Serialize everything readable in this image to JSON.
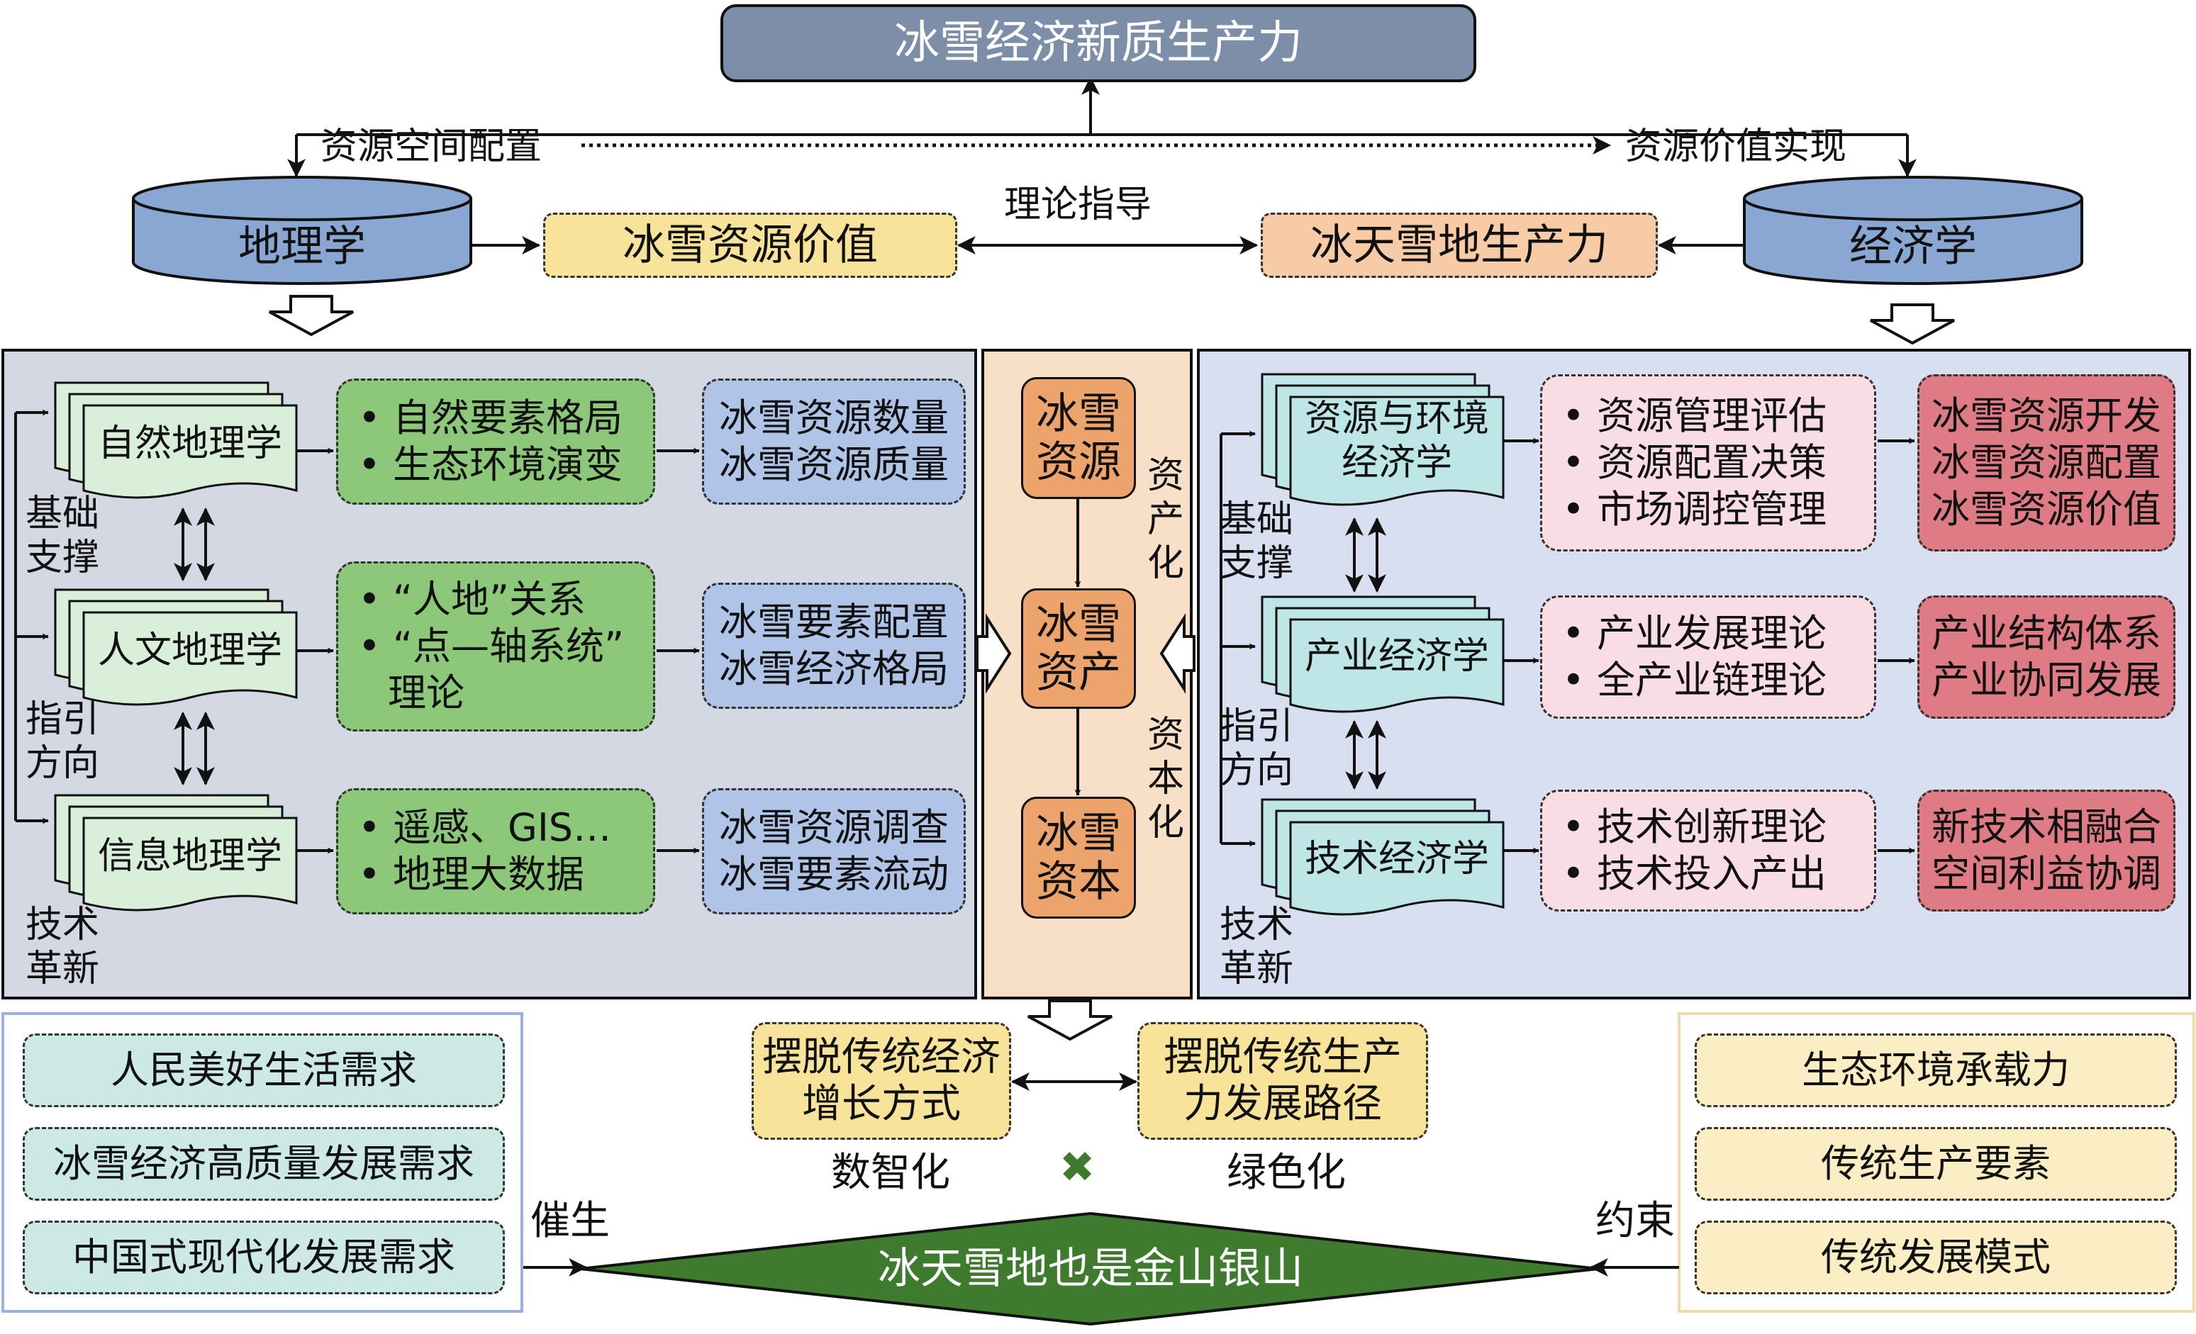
{
  "title": "冰雪经济新质生产力",
  "top": {
    "left_label": "资源空间配置",
    "right_label": "资源价值实现",
    "theory": "理论指导",
    "geo": "地理学",
    "eco": "经济学",
    "ice_value": "冰雪资源价值",
    "ice_productivity": "冰天雪地生产力"
  },
  "left_panel": {
    "labels": [
      "基础\n支撑",
      "指引\n方向",
      "技术\n革新"
    ],
    "rows": [
      {
        "doc": "自然地理学",
        "bullets": [
          "自然要素格局",
          "生态环境演变"
        ],
        "result": "冰雪资源数量\n冰雪资源质量"
      },
      {
        "doc": "人文地理学",
        "bullets": [
          "“人地”关系",
          "“点—轴系统”"
        ],
        "cont": "理论",
        "result": "冰雪要素配置\n冰雪经济格局"
      },
      {
        "doc": "信息地理学",
        "bullets": [
          "遥感、GIS…",
          "地理大数据"
        ],
        "result": "冰雪资源调查\n冰雪要素流动"
      }
    ]
  },
  "center": {
    "items": [
      "冰雪\n资源",
      "冰雪\n资产",
      "冰雪\n资本"
    ],
    "side1": "资\n产\n化",
    "side2": "资\n本\n化"
  },
  "right_panel": {
    "labels": [
      "基础\n支撑",
      "指引\n方向",
      "技术\n革新"
    ],
    "rows": [
      {
        "doc": "资源与环境\n经济学",
        "bullets": [
          "资源管理评估",
          "资源配置决策",
          "市场调控管理"
        ],
        "result": "冰雪资源开发\n冰雪资源配置\n冰雪资源价值"
      },
      {
        "doc": "产业经济学",
        "bullets": [
          "产业发展理论",
          "全产业链理论"
        ],
        "result": "产业结构体系\n产业协同发展"
      },
      {
        "doc": "技术经济学",
        "bullets": [
          "技术创新理论",
          "技术投入产出"
        ],
        "result": "新技术相融合\n空间利益协调"
      }
    ]
  },
  "bottom": {
    "left_needs": [
      "人民美好生活需求",
      "冰雪经济高质量发展需求",
      "中国式现代化发展需求"
    ],
    "mid_left": "摆脱传统经济\n增长方式",
    "mid_right": "摆脱传统生产\n力发展路径",
    "digital": "数智化",
    "green": "绿色化",
    "cross": "✖",
    "catalyze": "催生",
    "constrain": "约束",
    "slogan": "冰天雪地也是金山银山",
    "right_constraints": [
      "生态环境承载力",
      "传统生产要素",
      "传统发展模式"
    ]
  },
  "colors": {
    "title_bg": "#7c8ea8",
    "cylinder": "#8aa7d4",
    "ice_value_bg": "#f8e39a",
    "ice_prod_bg": "#f6cba6",
    "left_panel_bg": "#d4d8e2",
    "right_panel_bg": "#d8dff0",
    "center_bg": "#f7dfc8",
    "doc_bg": "#d9efd9",
    "doc_bg_right": "#bfe6e6",
    "green_box": "#8dc87a",
    "blue_box": "#afc4e6",
    "pink_box": "#f8dde4",
    "red_box": "#df7b84",
    "orange_box": "#eca36c",
    "need_bg": "#cde9e5",
    "constraint_bg": "#fbeec5",
    "slogan_bg": "#3f7b2e"
  }
}
